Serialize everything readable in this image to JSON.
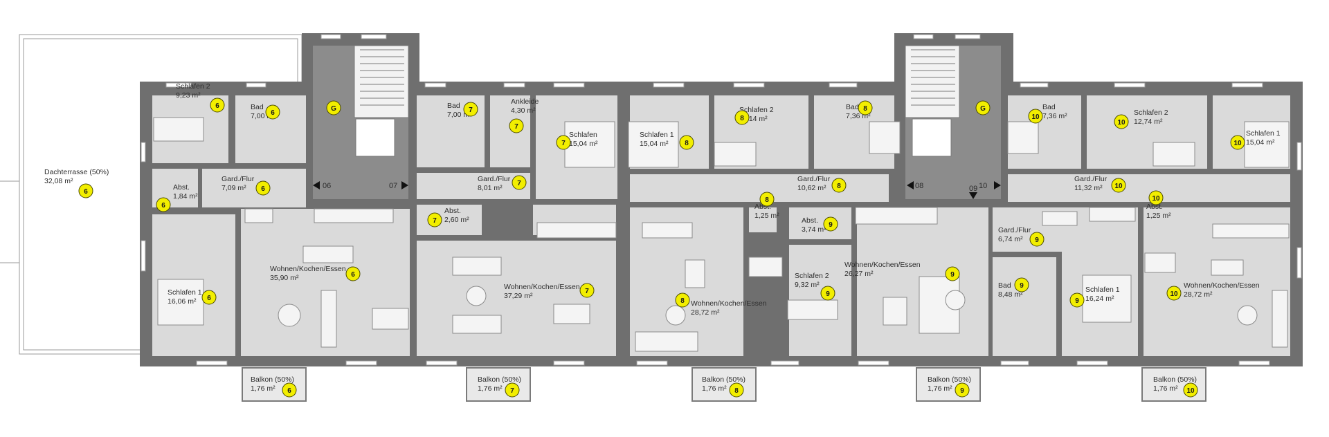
{
  "plan": {
    "accent_colors": {
      "wall": "#6f6f6f",
      "room": "#dadada",
      "stair_core": "#8c8c8c",
      "badge": "#f2ee00",
      "badge_stroke": "#4a4a00",
      "text": "#2d2d2d"
    },
    "stair_labels": {
      "a": "06",
      "b": "07",
      "c": "08",
      "d": "09",
      "e": "10"
    },
    "core_badge": "G",
    "rooms": [
      {
        "name": "Dachterrasse (50%)",
        "area": "32,08 m²",
        "unit": "6"
      },
      {
        "name": "Schlafen 2",
        "area": "9,23 m²",
        "unit": "6"
      },
      {
        "name": "Bad",
        "area": "7,00 m²",
        "unit": "6"
      },
      {
        "name": "Abst.",
        "area": "1,84 m²",
        "unit": "6"
      },
      {
        "name": "Gard./Flur",
        "area": "7,09 m²",
        "unit": "6"
      },
      {
        "name": "Wohnen/Kochen/Essen",
        "area": "35,90 m²",
        "unit": "6"
      },
      {
        "name": "Schlafen 1",
        "area": "16,06 m²",
        "unit": "6"
      },
      {
        "name": "Balkon (50%)",
        "area": "1,76 m²",
        "unit": "6"
      },
      {
        "name": "Bad",
        "area": "7,00 m²",
        "unit": "7"
      },
      {
        "name": "Ankleide",
        "area": "4,30 m²",
        "unit": "7"
      },
      {
        "name": "Schlafen",
        "area": "15,04 m²",
        "unit": "7"
      },
      {
        "name": "Gard./Flur",
        "area": "8,01 m²",
        "unit": "7"
      },
      {
        "name": "Abst.",
        "area": "2,60 m²",
        "unit": "7"
      },
      {
        "name": "Wohnen/Kochen/Essen",
        "area": "37,29 m²",
        "unit": "7"
      },
      {
        "name": "Balkon (50%)",
        "area": "1,76 m²",
        "unit": "7"
      },
      {
        "name": "Schlafen 1",
        "area": "15,04 m²",
        "unit": "8"
      },
      {
        "name": "Schlafen 2",
        "area": "11,14 m²",
        "unit": "8"
      },
      {
        "name": "Bad",
        "area": "7,36 m²",
        "unit": "8"
      },
      {
        "name": "Gard./Flur",
        "area": "10,62 m²",
        "unit": "8"
      },
      {
        "name": "Abst.",
        "area": "1,25 m²",
        "unit": "8"
      },
      {
        "name": "Wohnen/Kochen/Essen",
        "area": "28,72 m²",
        "unit": "8"
      },
      {
        "name": "Balkon (50%)",
        "area": "1,76 m²",
        "unit": "8"
      },
      {
        "name": "Abst.",
        "area": "3,74 m²",
        "unit": "9"
      },
      {
        "name": "Wohnen/Kochen/Essen",
        "area": "26,27 m²",
        "unit": "9"
      },
      {
        "name": "Schlafen 2",
        "area": "9,32 m²",
        "unit": "9"
      },
      {
        "name": "Gard./Flur",
        "area": "6,74 m²",
        "unit": "9"
      },
      {
        "name": "Bad",
        "area": "8,48 m²",
        "unit": "9"
      },
      {
        "name": "Schlafen 1",
        "area": "16,24 m²",
        "unit": "9"
      },
      {
        "name": "Balkon (50%)",
        "area": "1,76 m²",
        "unit": "9"
      },
      {
        "name": "Bad",
        "area": "7,36 m²",
        "unit": "10"
      },
      {
        "name": "Schlafen 2",
        "area": "12,74 m²",
        "unit": "10"
      },
      {
        "name": "Schlafen 1",
        "area": "15,04 m²",
        "unit": "10"
      },
      {
        "name": "Gard./Flur",
        "area": "11,32 m²",
        "unit": "10"
      },
      {
        "name": "Abst.",
        "area": "1,25 m²",
        "unit": "10"
      },
      {
        "name": "Wohnen/Kochen/Essen",
        "area": "28,72 m²",
        "unit": "10"
      },
      {
        "name": "Balkon (50%)",
        "area": "1,76 m²",
        "unit": "10"
      }
    ]
  }
}
